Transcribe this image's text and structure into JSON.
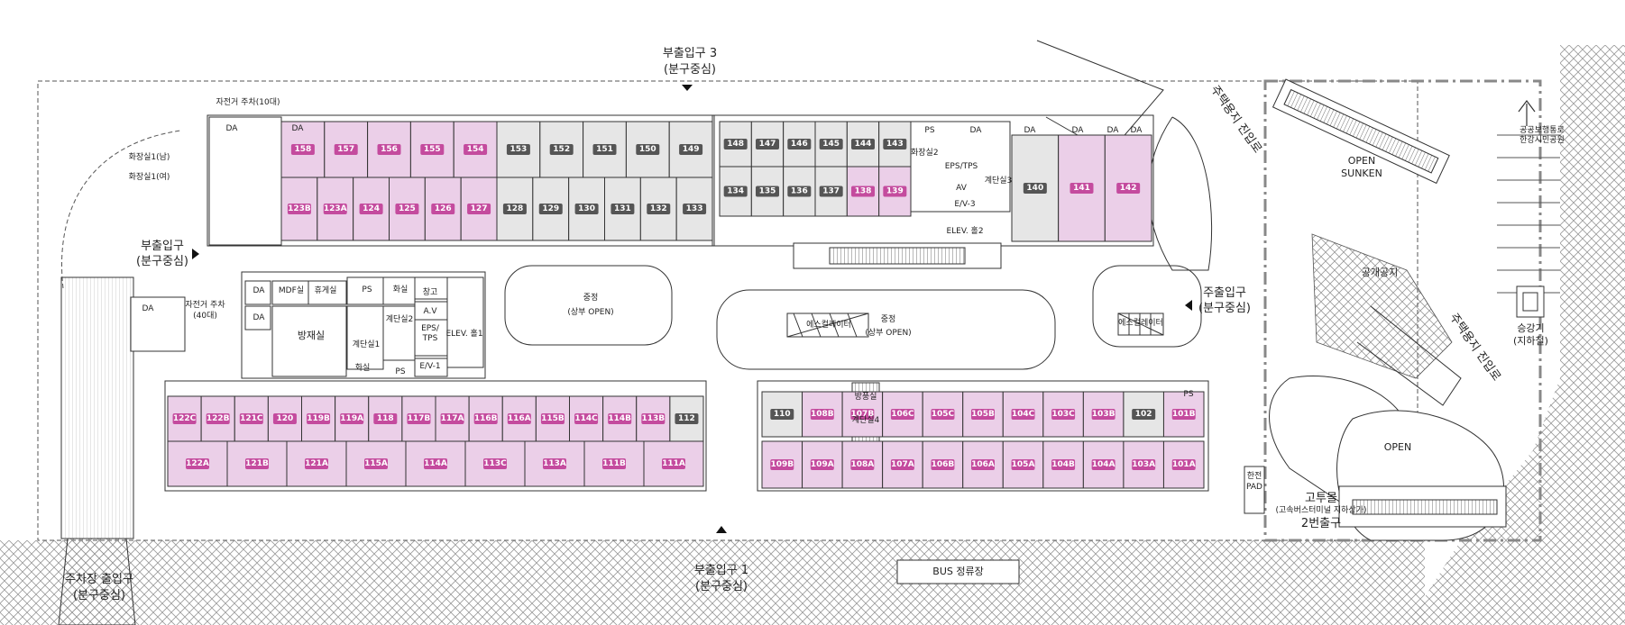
{
  "colors": {
    "pink": "#ebcfe8",
    "grey": "#e6e6e6",
    "pinkBadge": "#c44b9e",
    "greyBadge": "#555555",
    "hatch": "#bdbdbd"
  },
  "entrances": {
    "sub3_line1": "부출입구 3",
    "sub3_line2": "(분구중심)",
    "sub1_line1": "부출입구 1",
    "sub1_line2": "(분구중심)",
    "subLeft_line1": "부출입구",
    "subLeft_line2": "(분구중심)",
    "main_line1": "주출입구",
    "main_line2": "(분구중심)",
    "parking_line1": "주차장 출입구",
    "parking_line2": "(분구중심)"
  },
  "labels": {
    "bus": "BUS 정류장",
    "housing_road_top": "주택용지 진입로",
    "housing_road_bottom": "주택용지 진입로",
    "open_sunken_1": "OPEN",
    "open_sunken_2": "SUNKEN",
    "open": "OPEN",
    "public_space": "공개공지",
    "elevator_1": "승강기",
    "elevator_2": "(지하철)",
    "park_1": "공공보행통로",
    "park_2": "한강시민공원",
    "gotoomul_1": "고투몰",
    "gotoomul_2": "(고속버스터미널 지하상가)",
    "gotoomul_3": "2번출구",
    "atrium_1": "중정",
    "atrium_1b": "(상부 OPEN)",
    "atrium_2": "중정",
    "atrium_2b": "(상부 OPEN)",
    "bike_top": "자전거 주차(10대)",
    "bike_left_1": "자전거 주차",
    "bike_left_2": "(40대)",
    "toilet_m": "화장실1(남)",
    "toilet_f": "화장실1(여)",
    "transformer_1": "한전",
    "transformer_2": "PAD"
  },
  "rooms": {
    "r_mdf": "MDF실",
    "r_rest": "휴게실",
    "r_ps1": "PS",
    "r_wc": "화실",
    "r_store": "창고",
    "r_av1": "A.V",
    "r_eps1": "EPS/",
    "r_tps1": "TPS",
    "r_evpit": "E/V-1",
    "r_fire": "방재실",
    "r_stair1": "계단실1",
    "r_stair2": "계단실2",
    "r_elev1": "ELEV. 홀1",
    "r_ps2": "PS",
    "r_wc2": "화실",
    "r_da1": "DA",
    "r_da2": "DA",
    "r_da3": "DA",
    "r_ps3": "PS",
    "r_epstps": "EPS/TPS",
    "r_av2": "AV",
    "r_ev3": "E/V-3",
    "r_stair3": "계단실3",
    "r_elev2": "ELEV. 홀2",
    "r_da4": "DA",
    "r_da5": "DA",
    "r_da6": "DA",
    "r_da7": "DA",
    "r_da8": "DA",
    "r_da9": "DA",
    "r_da10": "DA",
    "r_wind": "방풍실",
    "r_stair4": "계단실4",
    "r_ps4": "PS",
    "r_escA": "에스컬레이터",
    "r_escB": "에스컬레이터",
    "r_toilet2": "화장실2"
  },
  "units": {
    "topLeft_rowA": [
      {
        "id": "158",
        "tone": "pink"
      },
      {
        "id": "157",
        "tone": "pink"
      },
      {
        "id": "156",
        "tone": "pink"
      },
      {
        "id": "155",
        "tone": "pink"
      },
      {
        "id": "154",
        "tone": "pink"
      },
      {
        "id": "153",
        "tone": "grey"
      },
      {
        "id": "152",
        "tone": "grey"
      },
      {
        "id": "151",
        "tone": "grey"
      },
      {
        "id": "150",
        "tone": "grey"
      },
      {
        "id": "149",
        "tone": "grey"
      }
    ],
    "topLeft_rowB": [
      {
        "id": "123B",
        "tone": "pink"
      },
      {
        "id": "123A",
        "tone": "pink"
      },
      {
        "id": "124",
        "tone": "pink"
      },
      {
        "id": "125",
        "tone": "pink"
      },
      {
        "id": "126",
        "tone": "pink"
      },
      {
        "id": "127",
        "tone": "pink"
      },
      {
        "id": "128",
        "tone": "grey"
      },
      {
        "id": "129",
        "tone": "grey"
      },
      {
        "id": "130",
        "tone": "grey"
      },
      {
        "id": "131",
        "tone": "grey"
      },
      {
        "id": "132",
        "tone": "grey"
      },
      {
        "id": "133",
        "tone": "grey"
      }
    ],
    "topRight_rowA": [
      {
        "id": "148",
        "tone": "grey"
      },
      {
        "id": "147",
        "tone": "grey"
      },
      {
        "id": "146",
        "tone": "grey"
      },
      {
        "id": "145",
        "tone": "grey"
      },
      {
        "id": "144",
        "tone": "grey"
      },
      {
        "id": "143",
        "tone": "grey"
      }
    ],
    "topRight_rowB": [
      {
        "id": "134",
        "tone": "grey"
      },
      {
        "id": "135",
        "tone": "grey"
      },
      {
        "id": "136",
        "tone": "grey"
      },
      {
        "id": "137",
        "tone": "grey"
      },
      {
        "id": "138",
        "tone": "pink"
      },
      {
        "id": "139",
        "tone": "pink"
      }
    ],
    "topRight_east": [
      {
        "id": "140",
        "tone": "grey"
      },
      {
        "id": "141",
        "tone": "pink"
      },
      {
        "id": "142",
        "tone": "pink"
      }
    ],
    "bottomLeft_rowA": [
      {
        "id": "122C",
        "tone": "pink"
      },
      {
        "id": "122B",
        "tone": "pink"
      },
      {
        "id": "121C",
        "tone": "pink"
      },
      {
        "id": "120",
        "tone": "pink"
      },
      {
        "id": "119B",
        "tone": "pink"
      },
      {
        "id": "119A",
        "tone": "pink"
      },
      {
        "id": "118",
        "tone": "pink"
      },
      {
        "id": "117B",
        "tone": "pink"
      },
      {
        "id": "117A",
        "tone": "pink"
      },
      {
        "id": "116B",
        "tone": "pink"
      },
      {
        "id": "116A",
        "tone": "pink"
      },
      {
        "id": "115B",
        "tone": "pink"
      },
      {
        "id": "114C",
        "tone": "pink"
      },
      {
        "id": "114B",
        "tone": "pink"
      },
      {
        "id": "113B",
        "tone": "pink"
      },
      {
        "id": "112",
        "tone": "grey"
      }
    ],
    "bottomLeft_rowB": [
      {
        "id": "122A",
        "tone": "pink"
      },
      {
        "id": "121B",
        "tone": "pink"
      },
      {
        "id": "121A",
        "tone": "pink"
      },
      {
        "id": "115A",
        "tone": "pink"
      },
      {
        "id": "114A",
        "tone": "pink"
      },
      {
        "id": "113C",
        "tone": "pink"
      },
      {
        "id": "113A",
        "tone": "pink"
      },
      {
        "id": "111B",
        "tone": "pink"
      },
      {
        "id": "111A",
        "tone": "pink"
      }
    ],
    "bottomRight_rowA": [
      {
        "id": "110",
        "tone": "grey"
      },
      {
        "id": "108B",
        "tone": "pink"
      },
      {
        "id": "107B",
        "tone": "pink"
      },
      {
        "id": "106C",
        "tone": "pink"
      },
      {
        "id": "105C",
        "tone": "pink"
      },
      {
        "id": "105B",
        "tone": "pink"
      },
      {
        "id": "104C",
        "tone": "pink"
      },
      {
        "id": "103C",
        "tone": "pink"
      },
      {
        "id": "103B",
        "tone": "pink"
      },
      {
        "id": "102",
        "tone": "grey"
      },
      {
        "id": "101B",
        "tone": "pink"
      }
    ],
    "bottomRight_rowB": [
      {
        "id": "109B",
        "tone": "pink"
      },
      {
        "id": "109A",
        "tone": "pink"
      },
      {
        "id": "108A",
        "tone": "pink"
      },
      {
        "id": "107A",
        "tone": "pink"
      },
      {
        "id": "106B",
        "tone": "pink"
      },
      {
        "id": "106A",
        "tone": "pink"
      },
      {
        "id": "105A",
        "tone": "pink"
      },
      {
        "id": "104B",
        "tone": "pink"
      },
      {
        "id": "104A",
        "tone": "pink"
      },
      {
        "id": "103A",
        "tone": "pink"
      },
      {
        "id": "101A",
        "tone": "pink"
      }
    ]
  }
}
